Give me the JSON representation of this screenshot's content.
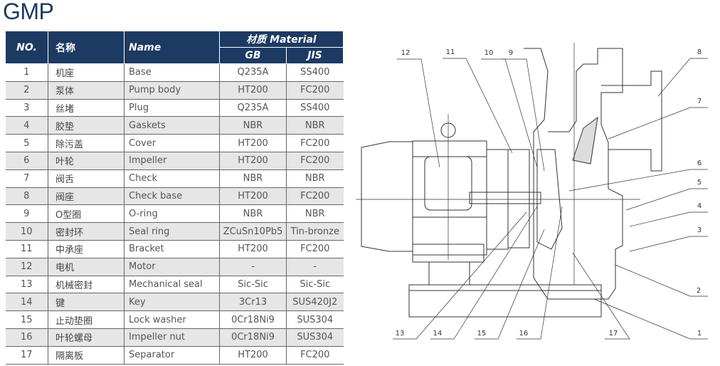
{
  "title": "GMP",
  "table": {
    "headers": {
      "no": "NO.",
      "cn": "名称",
      "name": "Name",
      "material": "材质 Material",
      "gb": "GB",
      "jis": "JIS"
    },
    "rows": [
      {
        "no": "1",
        "cn": "机座",
        "name": "Base",
        "gb": "Q235A",
        "jis": "SS400"
      },
      {
        "no": "2",
        "cn": "泵体",
        "name": "Pump body",
        "gb": "HT200",
        "jis": "FC200"
      },
      {
        "no": "3",
        "cn": "丝堵",
        "name": "Plug",
        "gb": "Q235A",
        "jis": "SS400"
      },
      {
        "no": "4",
        "cn": "胶垫",
        "name": "Gaskets",
        "gb": "NBR",
        "jis": "NBR"
      },
      {
        "no": "5",
        "cn": "除污盖",
        "name": "Cover",
        "gb": "HT200",
        "jis": "FC200"
      },
      {
        "no": "6",
        "cn": "叶轮",
        "name": "Impeller",
        "gb": "HT200",
        "jis": "FC200"
      },
      {
        "no": "7",
        "cn": "阀舌",
        "name": "Check",
        "gb": "NBR",
        "jis": "NBR"
      },
      {
        "no": "8",
        "cn": "阀座",
        "name": "Check base",
        "gb": "HT200",
        "jis": "FC200"
      },
      {
        "no": "9",
        "cn": "O型圈",
        "name": "O-ring",
        "gb": "NBR",
        "jis": "NBR"
      },
      {
        "no": "10",
        "cn": "密封环",
        "name": "Seal ring",
        "gb": "ZCuSn10Pb5",
        "jis": "Tin-bronze"
      },
      {
        "no": "11",
        "cn": "中承座",
        "name": "Bracket",
        "gb": "HT200",
        "jis": "FC200"
      },
      {
        "no": "12",
        "cn": "电机",
        "name": "Motor",
        "gb": "-",
        "jis": "-"
      },
      {
        "no": "13",
        "cn": "机械密封",
        "name": "Mechanical seal",
        "gb": "Sic-Sic",
        "jis": "Sic-Sic"
      },
      {
        "no": "14",
        "cn": "键",
        "name": "Key",
        "gb": "3Cr13",
        "jis": "SUS420J2"
      },
      {
        "no": "15",
        "cn": "止动垫圈",
        "name": "Lock washer",
        "gb": "0Cr18Ni9",
        "jis": "SUS304"
      },
      {
        "no": "16",
        "cn": "叶轮螺母",
        "name": "Impeller nut",
        "gb": "0Cr18Ni9",
        "jis": "SUS304"
      },
      {
        "no": "17",
        "cn": "隔离板",
        "name": "Separator",
        "gb": "HT200",
        "jis": "FC200"
      }
    ]
  },
  "diagram": {
    "callouts": [
      "1",
      "2",
      "3",
      "4",
      "5",
      "6",
      "7",
      "8",
      "9",
      "10",
      "11",
      "12",
      "13",
      "14",
      "15",
      "16",
      "17"
    ]
  }
}
